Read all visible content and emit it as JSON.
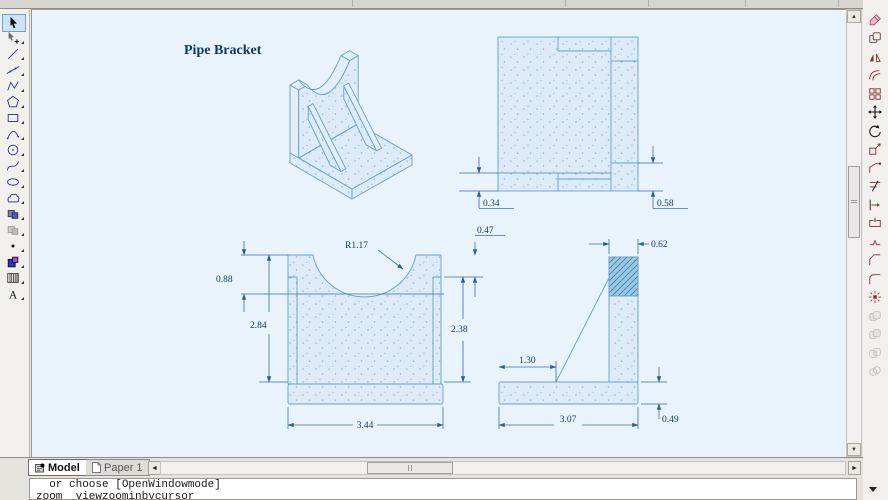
{
  "drawing": {
    "title": "Pipe Bracket",
    "dims": {
      "d034": "0.34",
      "d058": "0.58",
      "d047": "0.47",
      "d062": "0.62",
      "r117": "R1.17",
      "d088": "0.88",
      "d284": "2.84",
      "d238": "2.38",
      "d344": "3.44",
      "d130": "1.30",
      "d307": "3.07",
      "d049": "0.49"
    }
  },
  "left_toolbar": {
    "icons": [
      "select",
      "quick-select",
      "line",
      "construction-line",
      "polyline",
      "polygon",
      "rectangle",
      "arc",
      "circle",
      "spline",
      "ellipse",
      "revision-cloud",
      "make-block",
      "block-disabled",
      "point",
      "insert-block",
      "hatch",
      "text"
    ]
  },
  "right_toolbar": {
    "icons": [
      "erase",
      "copy",
      "mirror",
      "offset",
      "array",
      "move",
      "rotate",
      "scale",
      "stretch",
      "trim",
      "extend",
      "break-at-point",
      "break",
      "chamfer",
      "fillet",
      "explode",
      "union",
      "subtract",
      "intersect",
      "interfere"
    ],
    "disabled_from": 16
  },
  "tabs": {
    "model": "Model",
    "paper": "Paper 1"
  },
  "command": {
    "line1": "  or choose [OpenWindowmode]",
    "line2": "zoom  viewzoominbycursor"
  },
  "colors": {
    "canvas_bg": "#e9f3fb",
    "geometry_line": "#6aa1c2",
    "shape_fill": "#dcebf7",
    "hatch_fill": "#98c9e4",
    "dimension_line": "#3a6fa5",
    "dimension_text": "#133c63",
    "title_text": "#0e3a62",
    "chrome": "#ece9e4",
    "active_tool_bg": "#cde4f8"
  }
}
